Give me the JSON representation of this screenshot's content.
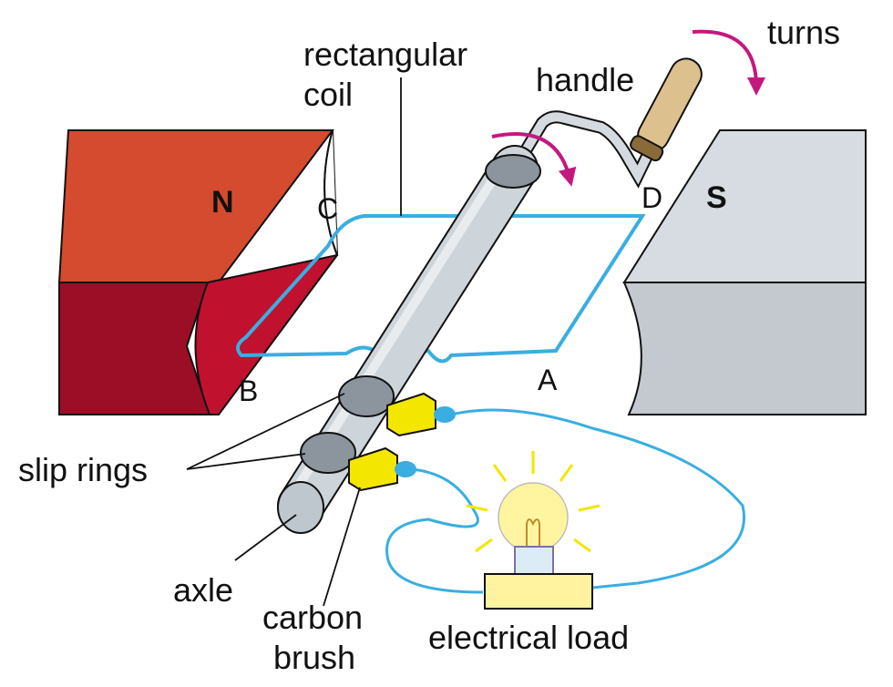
{
  "labels": {
    "rectangular_coil_line1": "rectangular",
    "rectangular_coil_line2": "coil",
    "handle": "handle",
    "turns": "turns",
    "north": "N",
    "south": "S",
    "point_a": "A",
    "point_b": "B",
    "point_c": "C",
    "point_d": "D",
    "slip_rings": "slip rings",
    "axle": "axle",
    "carbon_brush_line1": "carbon",
    "carbon_brush_line2": "brush",
    "electrical_load": "electrical load"
  },
  "colors": {
    "north_top": "#d44b2f",
    "north_front": "#9c0e25",
    "north_side": "#c0112f",
    "south_top": "#d6dce1",
    "south_front": "#c3c9cf",
    "coil": "#3aaee0",
    "arrow": "#c3197f",
    "brush": "#f3e600",
    "bulb": "#fff5a0"
  }
}
